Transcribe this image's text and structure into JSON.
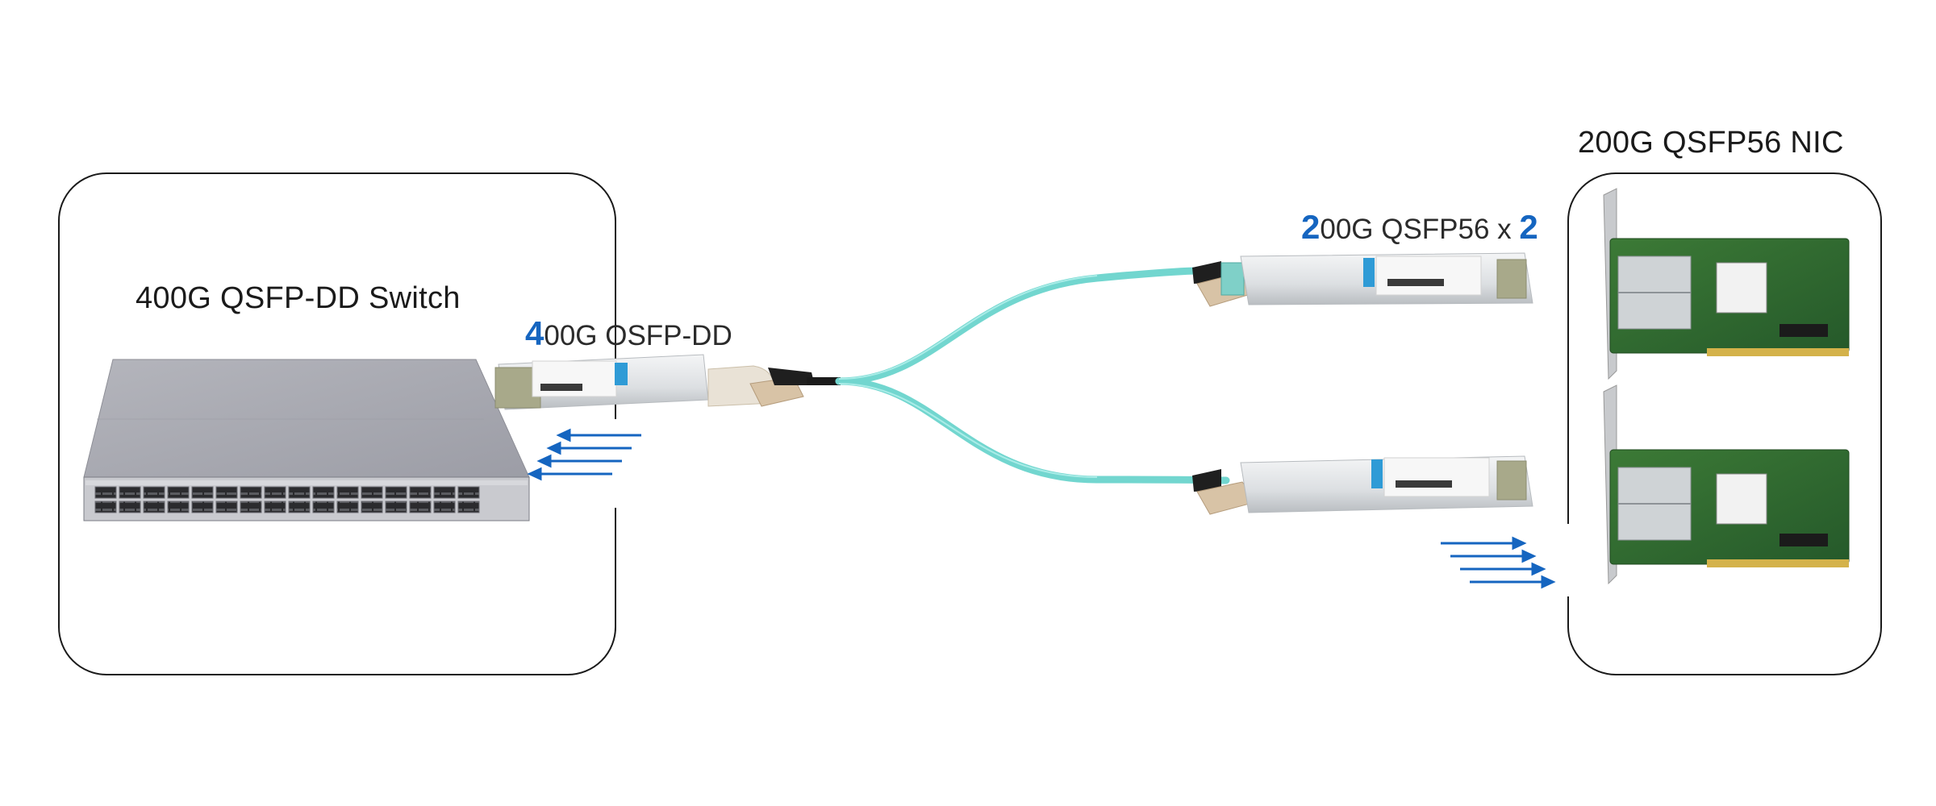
{
  "labels": {
    "switch": "400G QSFP-DD Switch",
    "nic": "200G QSFP56 NIC",
    "osfp_lead": "4",
    "osfp_rest": "00G OSFP-DD",
    "qsfp_lead": "2",
    "qsfp_mid": "00G QSFP56 x ",
    "qsfp_tail": "2"
  },
  "colors": {
    "accent_blue": "#1565c0",
    "cable": "#6fd8d2",
    "switch_body": "#a9aab2",
    "nic_pcb": "#2f6b2f",
    "module_metal": "#e6e8ea"
  }
}
